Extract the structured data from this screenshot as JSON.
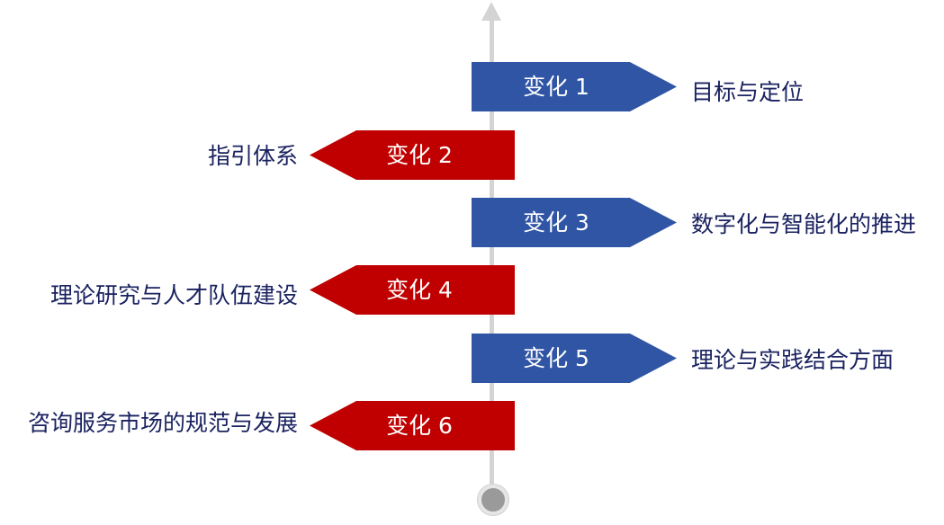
{
  "colors": {
    "right_banner": "#2f55a4",
    "left_banner": "#c00000",
    "label_text": "#1a2260",
    "axis": "#d4d4d4"
  },
  "items": [
    {
      "tag": "变化 1",
      "label": "目标与定位",
      "side": "right"
    },
    {
      "tag": "变化 2",
      "label": "指引体系",
      "side": "left"
    },
    {
      "tag": "变化 3",
      "label": "数字化与智能化的推进",
      "side": "right"
    },
    {
      "tag": "变化 4",
      "label": "理论研究与人才队伍建设",
      "side": "left"
    },
    {
      "tag": "变化 5",
      "label": "理论与实践结合方面",
      "side": "right"
    },
    {
      "tag": "变化 6",
      "label": "咨询服务市场的规范与发展",
      "side": "left"
    }
  ]
}
